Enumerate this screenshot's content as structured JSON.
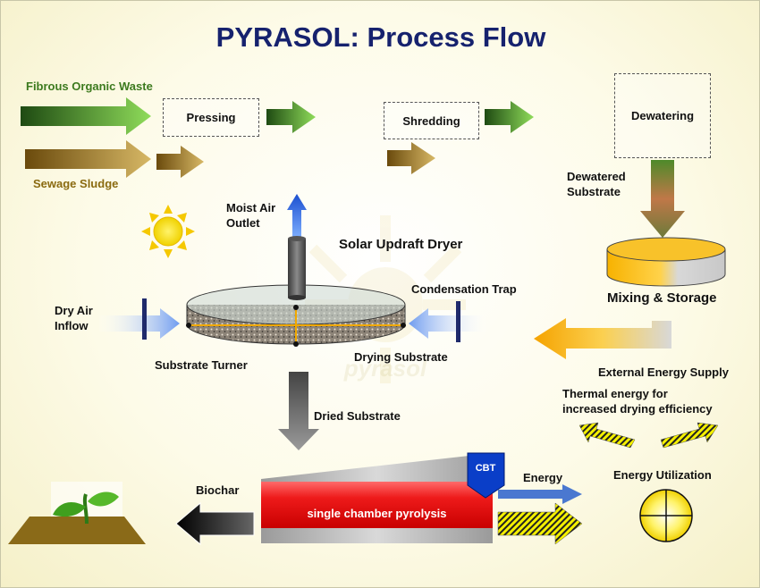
{
  "title": "PYRASOL: Process Flow",
  "watermark": "pyrasol",
  "inputs": {
    "fibrous": "Fibrous Organic Waste",
    "sludge": "Sewage Sludge"
  },
  "steps": {
    "pressing": "Pressing",
    "shredding": "Shredding",
    "dewatering": "Dewatering",
    "dewatered_substrate_l1": "Dewatered",
    "dewatered_substrate_l2": "Substrate",
    "mixing_storage": "Mixing & Storage"
  },
  "dryer": {
    "title": "Solar Updraft Dryer",
    "moist_air_l1": "Moist Air",
    "moist_air_l2": "Outlet",
    "condensation_trap": "Condensation Trap",
    "dry_air_l1": "Dry Air",
    "dry_air_l2": "Inflow",
    "substrate_turner": "Substrate Turner",
    "drying_substrate": "Drying Substrate",
    "dried_substrate": "Dried Substrate"
  },
  "energy": {
    "external_supply": "External Energy Supply",
    "thermal_l1": "Thermal energy for",
    "thermal_l2": "increased drying efficiency",
    "utilization": "Energy Utilization",
    "energy": "Energy"
  },
  "pyrolysis": {
    "label": "single chamber pyrolysis",
    "cbt": "CBT",
    "biochar": "Biochar"
  },
  "colors": {
    "title": "#16226e",
    "green": "#3c7a1e",
    "brown": "#8a6a10",
    "pyrolysis_red": "#e81818",
    "navy": "#1f2a6b",
    "cbt_blue": "#0a3ec8",
    "orange": "#f5a300"
  }
}
